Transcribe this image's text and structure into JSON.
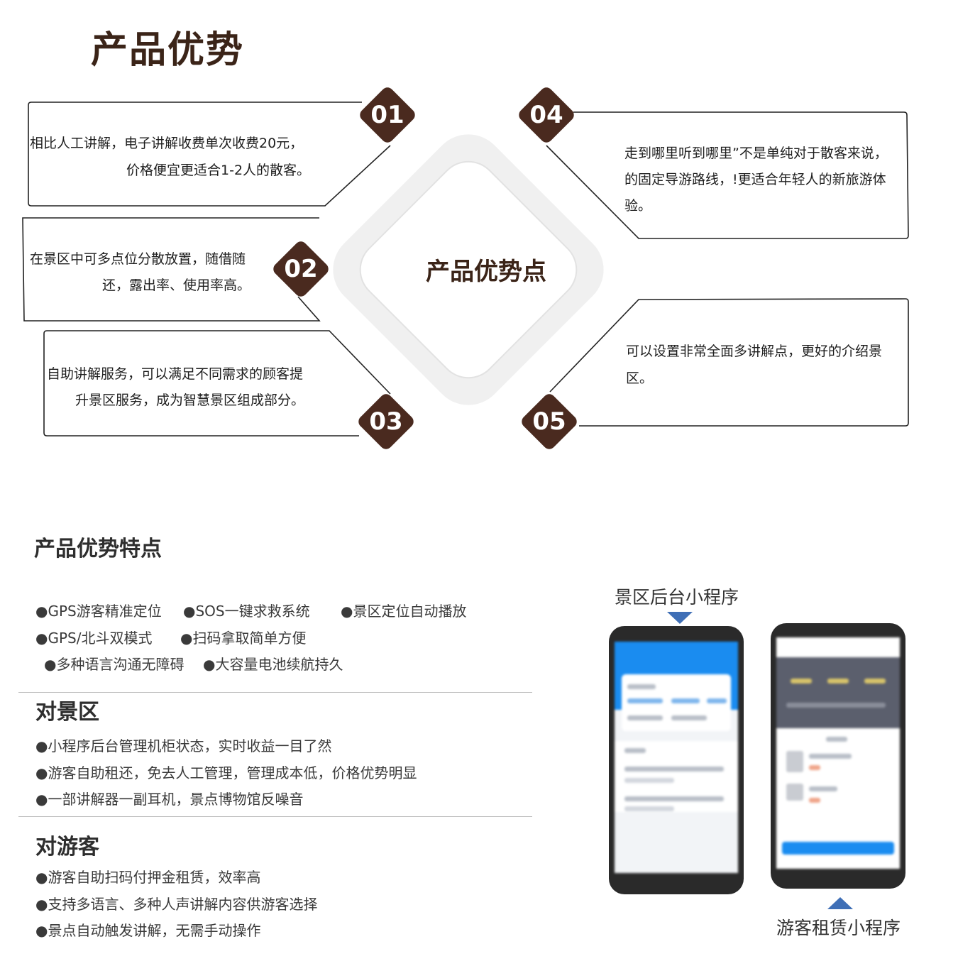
{
  "title": "产品优势",
  "center_label": "产品优势点",
  "cards": [
    {
      "num": "01",
      "lines": [
        "相比人工讲解，电子讲解收费单次收费20元，",
        "价格便宜更适合1-2人的散客。"
      ]
    },
    {
      "num": "02",
      "lines": [
        "在景区中可多点位分散放置，随借随",
        "还，露出率、使用率高。"
      ]
    },
    {
      "num": "03",
      "lines": [
        "自助讲解服务，可以满足不同需求的顾客提",
        "升景区服务，成为智慧景区组成部分。"
      ]
    },
    {
      "num": "04",
      "lines": [
        "走到哪里听到哪里”不是单纯对于散客来说，",
        "的固定导游路线，!更适合年轻人的新旅游体",
        "验。"
      ]
    },
    {
      "num": "05",
      "lines": [
        "可以设置非常全面多讲解点，更好的介绍景",
        "区。"
      ]
    }
  ],
  "features": {
    "title": "产品优势特点",
    "rows": [
      [
        "●GPS游客精准定位",
        "●SOS一键求救系统",
        "●景区定位自动播放"
      ],
      [
        "●GPS/北斗双模式",
        "●扫码拿取简单方便"
      ],
      [
        "●多种语言沟通无障碍",
        "●大容量电池续航持久"
      ]
    ]
  },
  "scenic": {
    "title": "对景区",
    "items": [
      "●小程序后台管理机柜状态，实时收益一目了然",
      "●游客自助租还，免去人工管理，管理成本低，价格优势明显",
      "●一部讲解器一副耳机，景点博物馆反噪音"
    ]
  },
  "tourist": {
    "title": "对游客",
    "items": [
      "●游客自助扫码付押金租赁，效率高",
      "●支持多语言、多种人声讲解内容供游客选择",
      "●景点自动触发讲解，无需手动操作"
    ]
  },
  "phones": {
    "left_label": "景区后台小程序",
    "right_label": "游客租赁小程序"
  },
  "colors": {
    "brown": "#4a2a1f",
    "title_brown": "#3b2418",
    "center_bg": "#f0f0f0",
    "arrow_blue": "#3f6fb6",
    "app_blue": "#1a8cf0"
  }
}
